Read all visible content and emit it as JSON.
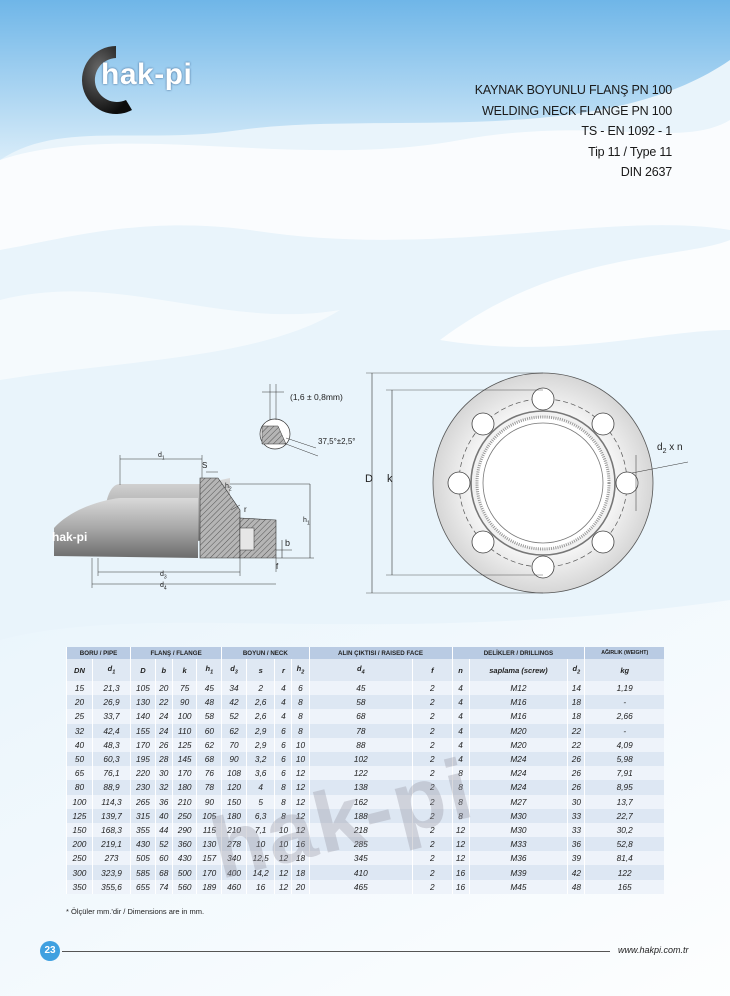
{
  "brand": {
    "name": "hak-pi",
    "drawing_logo": "hak-pi"
  },
  "titles": [
    "KAYNAK BOYUNLU FLANŞ PN 100",
    "WELDING NECK FLANGE PN 100",
    "TS - EN 1092 - 1",
    "Tip 11 / Type 11",
    "DIN 2637"
  ],
  "drawing": {
    "bevel_gap": "(1,6 ± 0,8mm)",
    "bevel_angle": "37,5°±2,5°",
    "labels": {
      "d1": "d",
      "d1_sub": "1",
      "s": "S",
      "h2": "h",
      "h2_sub": "2",
      "r": "r",
      "h1": "h",
      "h1_sub": "1",
      "b": "b",
      "f": "f",
      "d3": "d",
      "d3_sub": "3",
      "d4": "d",
      "d4_sub": "4",
      "D": "D",
      "k": "k",
      "holes": "d",
      "holes_sub": "2",
      "holes_tail": "x n"
    }
  },
  "table": {
    "groups": [
      "BORU / PIPE",
      "FLANŞ / FLANGE",
      "BOYUN / NECK",
      "ALIN ÇIKTISI / RAISED FACE",
      "DELİKLER / DRILLINGS",
      "AĞIRLIK (WEIGHT)"
    ],
    "columns": [
      "DN",
      "d",
      "D",
      "b",
      "k",
      "h",
      "d",
      "s",
      "r",
      "h",
      "d",
      "f",
      "n",
      "saplama (screw)",
      "d",
      "kg"
    ],
    "column_subs": [
      "",
      "1",
      "",
      "",
      "",
      "1",
      "3",
      "",
      "",
      "2",
      "4",
      "",
      "",
      "",
      "2",
      ""
    ],
    "rows": [
      [
        "15",
        "21,3",
        "105",
        "20",
        "75",
        "45",
        "34",
        "2",
        "4",
        "6",
        "45",
        "2",
        "4",
        "M12",
        "14",
        "1,19"
      ],
      [
        "20",
        "26,9",
        "130",
        "22",
        "90",
        "48",
        "42",
        "2,6",
        "4",
        "8",
        "58",
        "2",
        "4",
        "M16",
        "18",
        "-"
      ],
      [
        "25",
        "33,7",
        "140",
        "24",
        "100",
        "58",
        "52",
        "2,6",
        "4",
        "8",
        "68",
        "2",
        "4",
        "M16",
        "18",
        "2,66"
      ],
      [
        "32",
        "42,4",
        "155",
        "24",
        "110",
        "60",
        "62",
        "2,9",
        "6",
        "8",
        "78",
        "2",
        "4",
        "M20",
        "22",
        "-"
      ],
      [
        "40",
        "48,3",
        "170",
        "26",
        "125",
        "62",
        "70",
        "2,9",
        "6",
        "10",
        "88",
        "2",
        "4",
        "M20",
        "22",
        "4,09"
      ],
      [
        "50",
        "60,3",
        "195",
        "28",
        "145",
        "68",
        "90",
        "3,2",
        "6",
        "10",
        "102",
        "2",
        "4",
        "M24",
        "26",
        "5,98"
      ],
      [
        "65",
        "76,1",
        "220",
        "30",
        "170",
        "76",
        "108",
        "3,6",
        "6",
        "12",
        "122",
        "2",
        "8",
        "M24",
        "26",
        "7,91"
      ],
      [
        "80",
        "88,9",
        "230",
        "32",
        "180",
        "78",
        "120",
        "4",
        "8",
        "12",
        "138",
        "2",
        "8",
        "M24",
        "26",
        "8,95"
      ],
      [
        "100",
        "114,3",
        "265",
        "36",
        "210",
        "90",
        "150",
        "5",
        "8",
        "12",
        "162",
        "2",
        "8",
        "M27",
        "30",
        "13,7"
      ],
      [
        "125",
        "139,7",
        "315",
        "40",
        "250",
        "105",
        "180",
        "6,3",
        "8",
        "12",
        "188",
        "2",
        "8",
        "M30",
        "33",
        "22,7"
      ],
      [
        "150",
        "168,3",
        "355",
        "44",
        "290",
        "115",
        "210",
        "7,1",
        "10",
        "12",
        "218",
        "2",
        "12",
        "M30",
        "33",
        "30,2"
      ],
      [
        "200",
        "219,1",
        "430",
        "52",
        "360",
        "130",
        "278",
        "10",
        "10",
        "16",
        "285",
        "2",
        "12",
        "M33",
        "36",
        "52,8"
      ],
      [
        "250",
        "273",
        "505",
        "60",
        "430",
        "157",
        "340",
        "12,5",
        "12",
        "18",
        "345",
        "2",
        "12",
        "M36",
        "39",
        "81,4"
      ],
      [
        "300",
        "323,9",
        "585",
        "68",
        "500",
        "170",
        "400",
        "14,2",
        "12",
        "18",
        "410",
        "2",
        "16",
        "M39",
        "42",
        "122"
      ],
      [
        "350",
        "355,6",
        "655",
        "74",
        "560",
        "189",
        "460",
        "16",
        "12",
        "20",
        "465",
        "2",
        "16",
        "M45",
        "48",
        "165"
      ]
    ],
    "watermark": "hak-pi"
  },
  "note": "* Ölçüler mm.'dir / Dimensions are in mm.",
  "footer": {
    "page_number": "23",
    "website": "www.hakpi.com.tr"
  },
  "colors": {
    "accent": "#3fa0e0",
    "table_header": "#b9cbe3",
    "table_row_a": "#eef3fa",
    "table_row_b": "#dde7f3"
  }
}
